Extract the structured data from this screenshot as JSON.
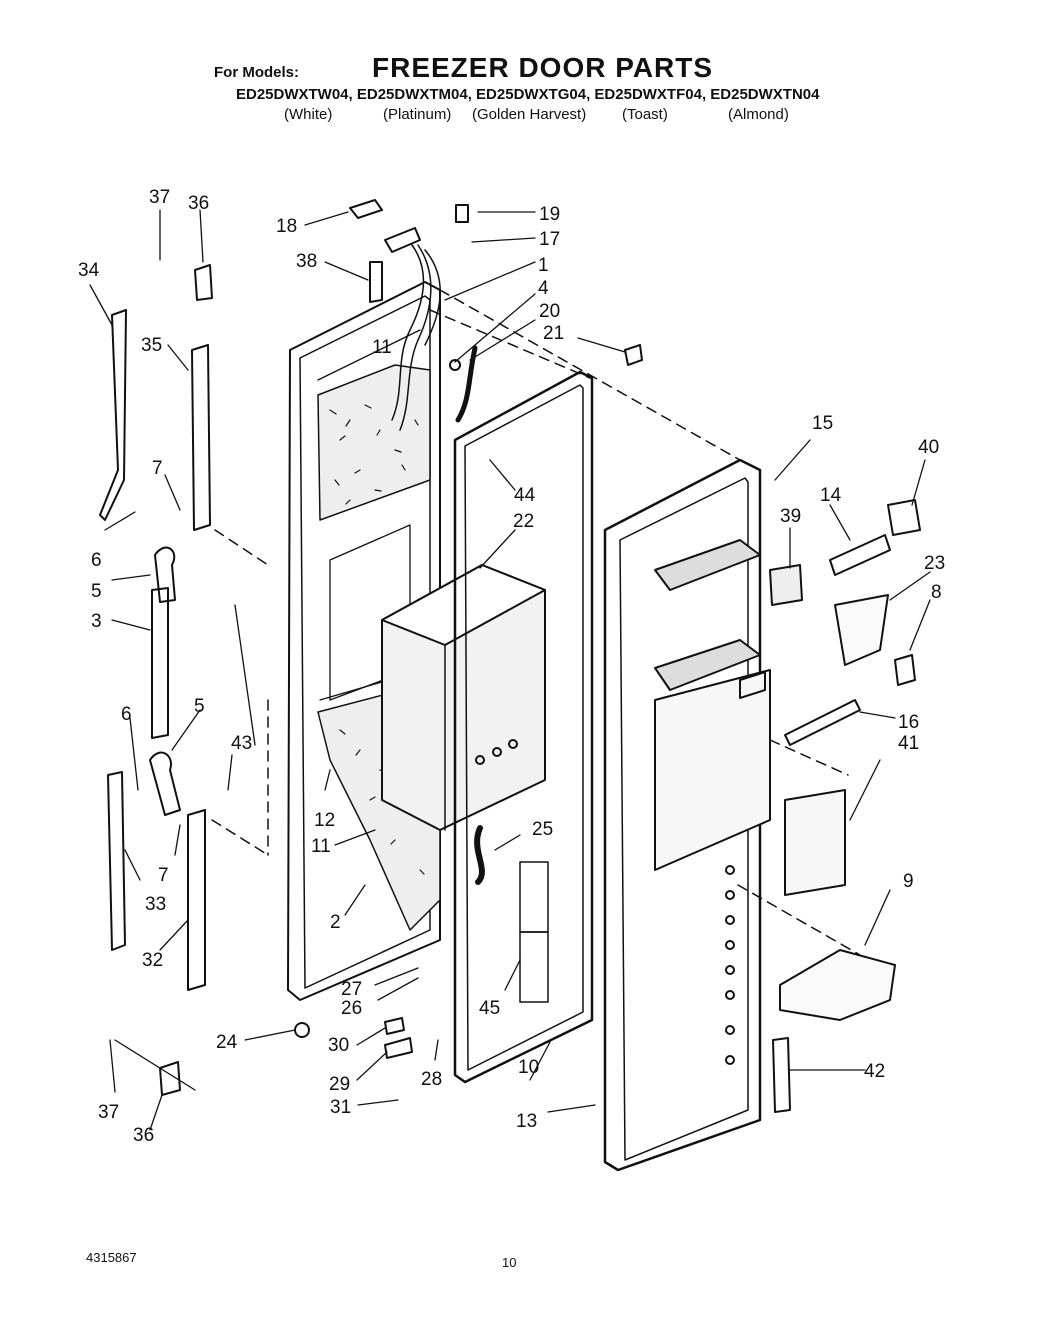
{
  "header": {
    "for_models": "For Models:",
    "title": "FREEZER DOOR PARTS",
    "models": "ED25DWXTW04, ED25DWXTM04, ED25DWXTG04, ED25DWXTF04, ED25DWXTN04",
    "colors": [
      "(White)",
      "(Platinum)",
      "(Golden Harvest)",
      "(Toast)",
      "(Almond)"
    ]
  },
  "callouts": [
    "1",
    "2",
    "3",
    "4",
    "5",
    "5",
    "6",
    "6",
    "7",
    "7",
    "8",
    "9",
    "10",
    "11",
    "11",
    "12",
    "13",
    "14",
    "15",
    "16",
    "17",
    "18",
    "19",
    "20",
    "21",
    "22",
    "23",
    "24",
    "25",
    "26",
    "27",
    "28",
    "29",
    "30",
    "31",
    "32",
    "33",
    "34",
    "35",
    "36",
    "36",
    "37",
    "37",
    "38",
    "39",
    "40",
    "41",
    "42",
    "43",
    "44",
    "45"
  ],
  "footer": {
    "doc_number": "4315867",
    "page_number": "10"
  }
}
